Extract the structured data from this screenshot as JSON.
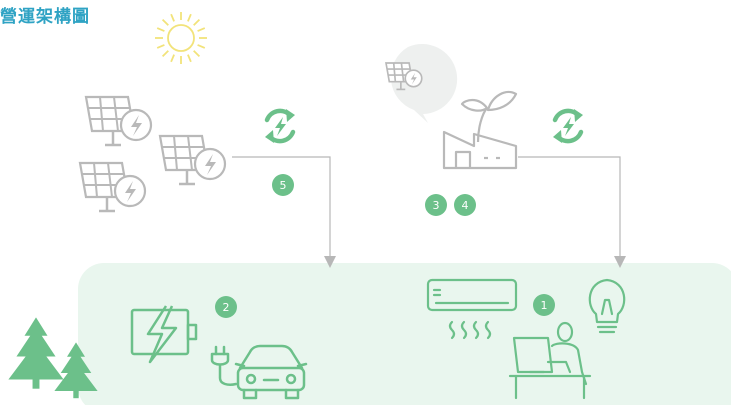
{
  "title": "營運架構圖",
  "badges": {
    "b1": "1",
    "b2": "2",
    "b3": "3",
    "b4": "4",
    "b5": "5"
  },
  "icons": {
    "sun": "sun-icon",
    "solar_panels": "solar-panel-icon",
    "factory": "factory-icon",
    "renew": "renew-energy-icon",
    "battery": "battery-charging-icon",
    "ev": "electric-car-icon",
    "ac": "air-conditioner-icon",
    "bulb": "light-bulb-icon",
    "office": "office-worker-icon",
    "trees": "tree-icon"
  },
  "colors": {
    "title": "#2fa3c4",
    "green": "#6cc08a",
    "green_light": "#e9f6ee",
    "gray_line": "#b7b7b7",
    "sun": "#f2e37a"
  }
}
